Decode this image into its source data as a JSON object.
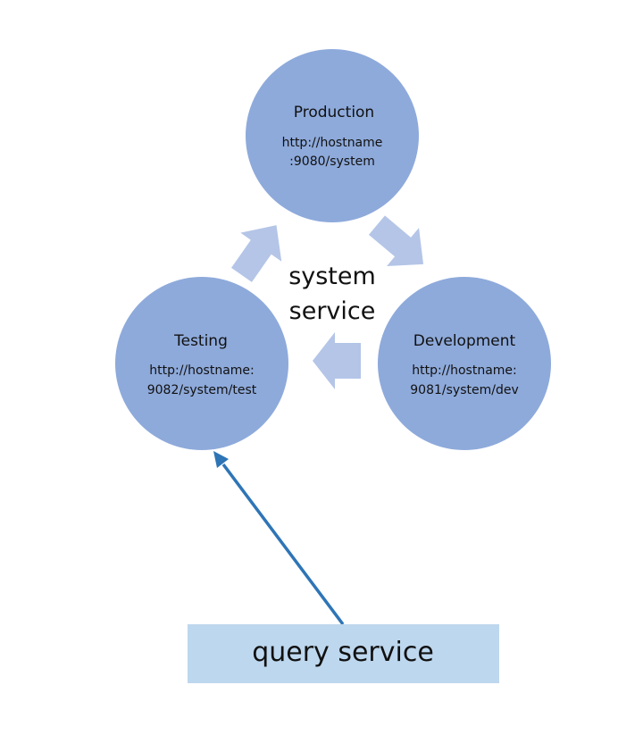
{
  "colors": {
    "node_fill": "#8eaadb",
    "cycle_arrow_fill": "#b4c5e7",
    "query_box_fill": "#bdd7ee",
    "query_arrow": "#2e75b6"
  },
  "center": {
    "line1": "system",
    "line2": "service"
  },
  "nodes": {
    "production": {
      "title": "Production",
      "url_line1": "http://hostname",
      "url_line2": ":9080/system"
    },
    "testing": {
      "title": "Testing",
      "url_line1": "http://hostname:",
      "url_line2": "9082/system/test"
    },
    "development": {
      "title": "Development",
      "url_line1": "http://hostname:",
      "url_line2": "9081/system/dev"
    }
  },
  "query": {
    "label": "query service"
  }
}
